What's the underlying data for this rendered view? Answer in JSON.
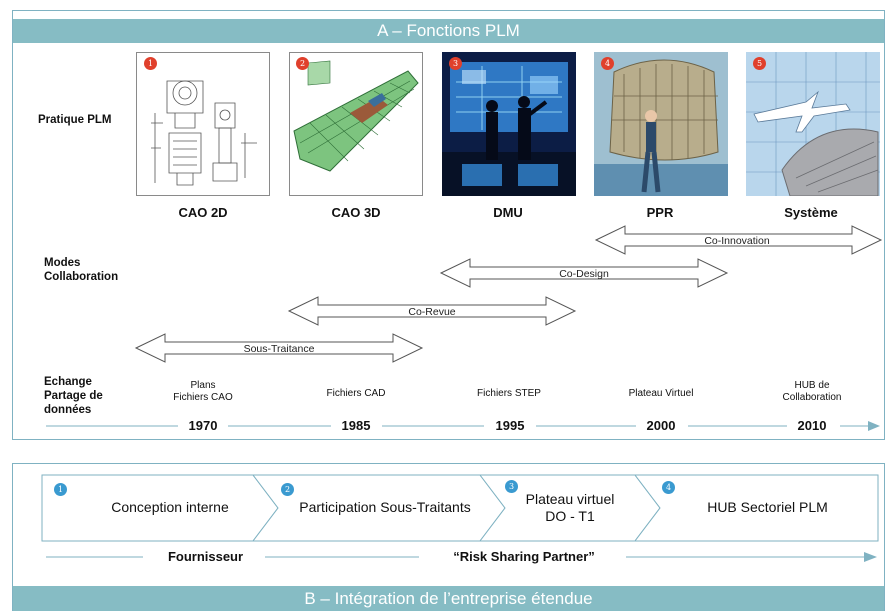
{
  "section_a": {
    "title": "A – Fonctions PLM",
    "row_practice": "Pratique PLM",
    "row_modes": "Modes\nCollaboration",
    "row_exchange": "Echange\nPartage de\ndonnées",
    "practices": [
      {
        "num": "1",
        "title": "CAO 2D",
        "image": "2d-technical-drawing"
      },
      {
        "num": "2",
        "title": "CAO 3D",
        "image": "3d-ship-hull-model"
      },
      {
        "num": "3",
        "title": "DMU",
        "image": "engineers-virtual-screen"
      },
      {
        "num": "4",
        "title": "PPR",
        "image": "fuselage-assembly-hall"
      },
      {
        "num": "5",
        "title": "Système",
        "image": "aircraft-satellite-collage"
      }
    ],
    "collab_arrows": [
      "Co-Innovation",
      "Co-Design",
      "Co-Revue",
      "Sous-Traitance"
    ],
    "exchanges": [
      "Plans\nFichiers CAO",
      "Fichiers CAD",
      "Fichiers STEP",
      "Plateau Virtuel",
      "HUB de\nCollaboration"
    ],
    "years": [
      "1970",
      "1985",
      "1995",
      "2000",
      "2010"
    ]
  },
  "section_b": {
    "title": "B – Intégration de l’entreprise étendue",
    "steps": [
      {
        "num": "1",
        "label": "Conception interne"
      },
      {
        "num": "2",
        "label": "Participation Sous-Traitants"
      },
      {
        "num": "3",
        "label": "Plateau virtuel\nDO - T1"
      },
      {
        "num": "4",
        "label": "HUB Sectoriel PLM"
      }
    ],
    "timeline_left": "Fournisseur",
    "timeline_mid": "“Risk Sharing Partner”"
  },
  "colors": {
    "bar": "#86bcc4",
    "border": "#7fb2c2",
    "badge_red": "#e0402c",
    "badge_blue": "#3a9ad0",
    "timeline": "#7fb2c2"
  }
}
